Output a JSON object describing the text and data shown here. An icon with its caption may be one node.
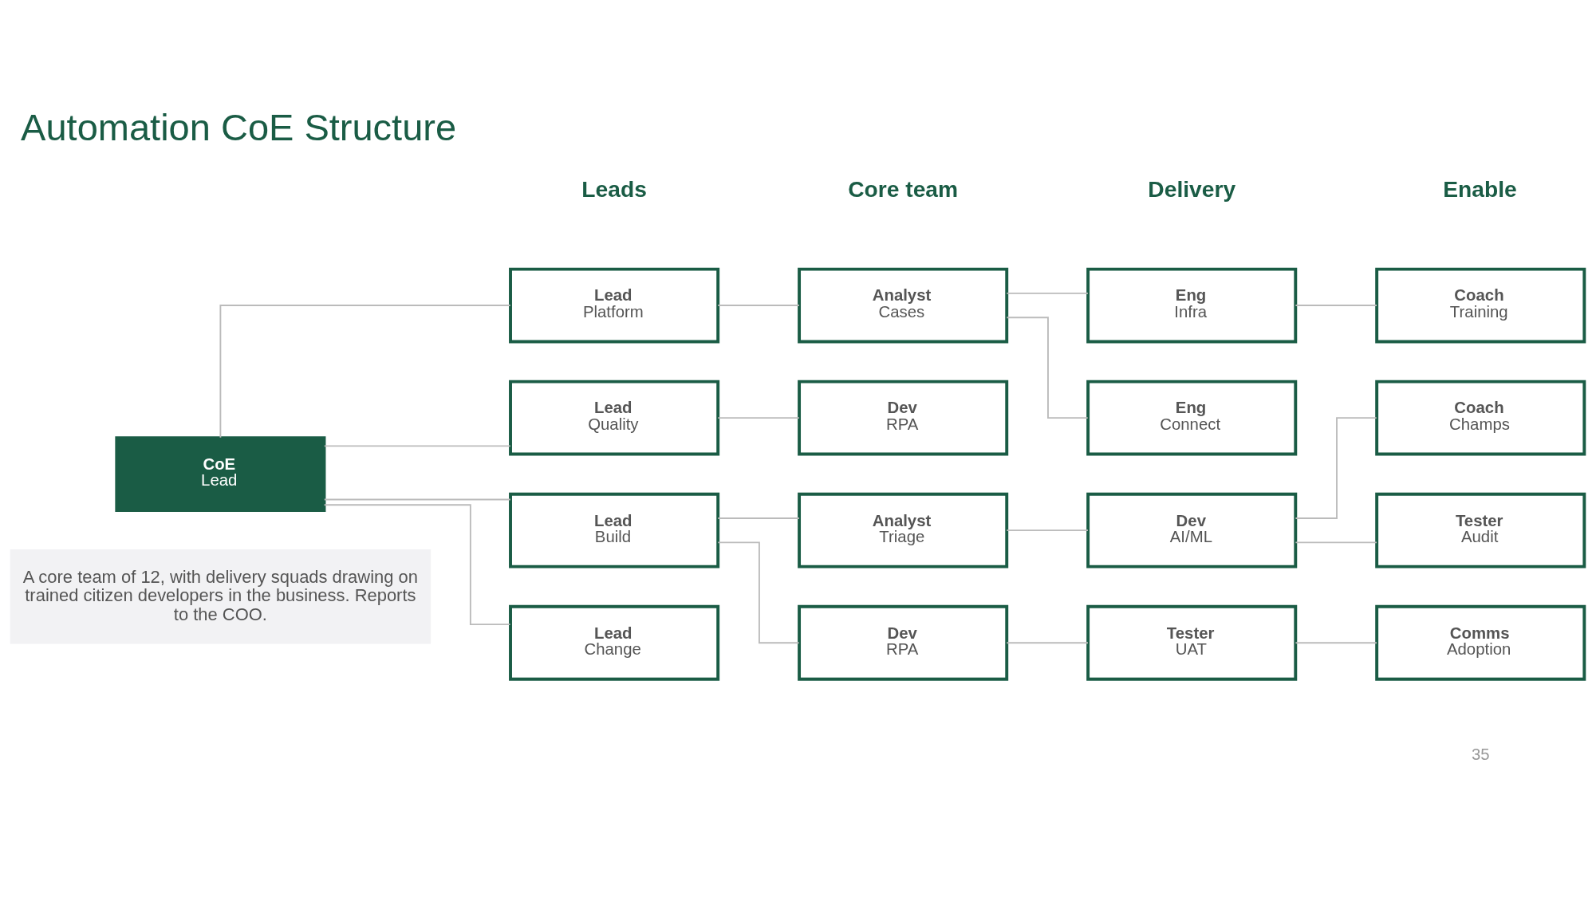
{
  "diagram": {
    "title": "Automation CoE Structure",
    "caption": "A core team of 12, with delivery squads drawing on trained citizen developers in the business. Reports to the COO.",
    "nodes": [
      {
        "text": [
          "CoE",
          "Lead"
        ]
      },
      {
        "text": [
          "Lead",
          "Platform"
        ]
      },
      {
        "text": [
          "Lead",
          "Quality"
        ]
      },
      {
        "text": [
          "Lead",
          "Build"
        ]
      },
      {
        "text": [
          "Lead",
          "Change"
        ]
      },
      {
        "text": [
          "Analyst",
          "Cases"
        ]
      },
      {
        "text": [
          "Dev",
          "RPA"
        ]
      },
      {
        "text": [
          "Analyst",
          "Triage"
        ]
      },
      {
        "text": [
          "Dev",
          "RPA"
        ]
      },
      {
        "text": [
          "Eng",
          "Infra"
        ]
      },
      {
        "text": [
          "Eng",
          "Connect"
        ]
      },
      {
        "text": [
          "Dev",
          "AI/ML"
        ]
      },
      {
        "text": [
          "Tester",
          "UAT"
        ]
      },
      {
        "text": [
          "Coach",
          "Training"
        ]
      },
      {
        "text": [
          "Coach",
          "Champs"
        ]
      },
      {
        "text": [
          "Tester",
          "Audit"
        ]
      },
      {
        "text": [
          "Comms",
          "Adoption"
        ]
      }
    ],
    "edges": [
      {
        "from": 0,
        "to": 1,
        "arrow": "none"
      },
      {
        "from": 0,
        "to": 2,
        "arrow": "none"
      },
      {
        "from": 0,
        "to": 3,
        "arrow": "none"
      },
      {
        "from": 0,
        "to": 4,
        "arrow": "none"
      },
      {
        "from": 1,
        "to": 5,
        "arrow": "none"
      },
      {
        "from": 2,
        "to": 6,
        "arrow": "none"
      },
      {
        "from": 3,
        "to": 7,
        "arrow": "none"
      },
      {
        "from": 3,
        "to": 8,
        "arrow": "none"
      },
      {
        "from": 5,
        "to": 9,
        "arrow": "none"
      },
      {
        "from": 5,
        "to": 10,
        "arrow": "none"
      },
      {
        "from": 7,
        "to": 11,
        "arrow": "none"
      },
      {
        "from": 8,
        "to": 12,
        "arrow": "none"
      },
      {
        "from": 9,
        "to": 13,
        "arrow": "none"
      },
      {
        "from": 11,
        "to": 14,
        "arrow": "none"
      },
      {
        "from": 11,
        "to": 15,
        "arrow": "none"
      },
      {
        "from": 12,
        "to": 16,
        "arrow": "none"
      }
    ],
    "labels": [
      "Leads",
      "Core team",
      "Delivery",
      "Enable",
      "35"
    ]
  }
}
